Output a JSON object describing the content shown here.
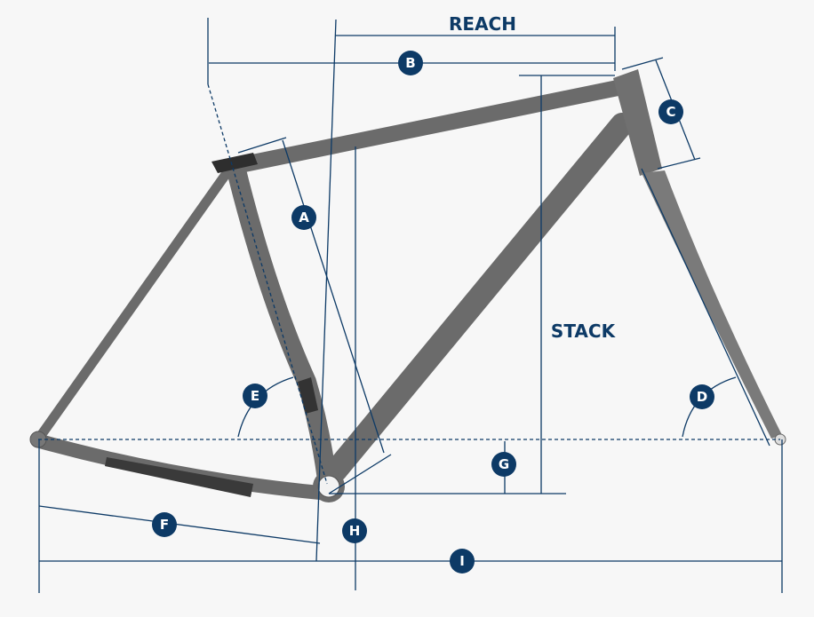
{
  "labels": {
    "reach": "REACH",
    "stack": "STACK"
  },
  "badges": {
    "a": "A",
    "b": "B",
    "c": "C",
    "d": "D",
    "e": "E",
    "f": "F",
    "g": "G",
    "h": "H",
    "i": "I"
  },
  "colors": {
    "accent": "#0d3a66",
    "frame": "#6b6b6b",
    "background": "#f7f7f7"
  }
}
